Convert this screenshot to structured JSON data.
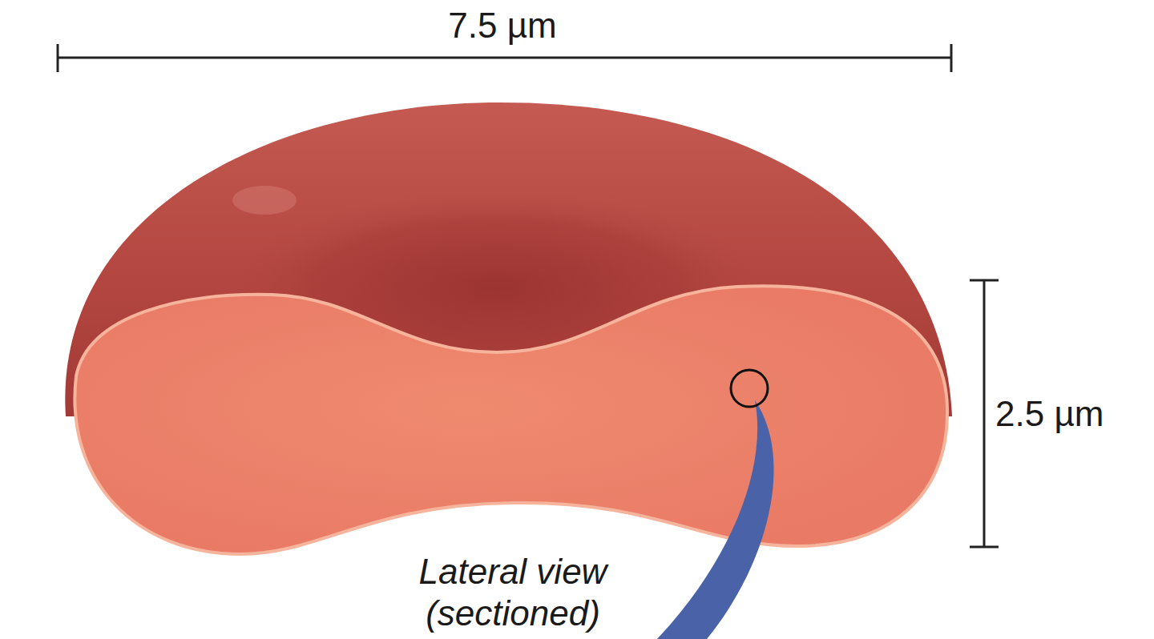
{
  "diagram": {
    "labels": [
      "7.5 µm",
      "2.5 µm",
      "Lateral view (sectioned)"
    ]
  }
}
